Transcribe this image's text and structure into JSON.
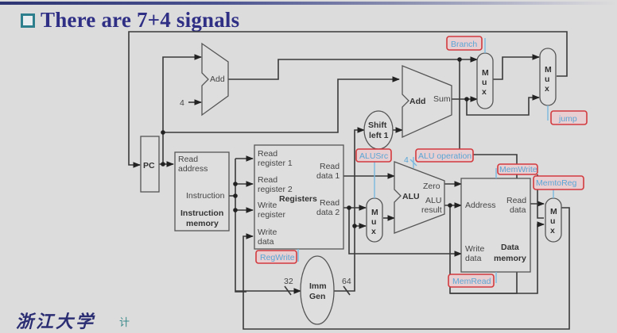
{
  "slide": {
    "title": "There are 7+4 signals",
    "footer_logo": "浙江大学",
    "footer_sub": "计"
  },
  "components": {
    "pc": "PC",
    "add_top": "Add",
    "const_four": "4",
    "add_branch": "Add",
    "add_branch_out": "Sum",
    "shift_left_1": [
      "Shift",
      "left 1"
    ],
    "instruction_memory": {
      "in": [
        "Read",
        "address"
      ],
      "out": "Instruction",
      "name": [
        "Instruction",
        "memory"
      ]
    },
    "registers": {
      "name": "Registers",
      "inputs": [
        [
          "Read",
          "register 1"
        ],
        [
          "Read",
          "register 2"
        ],
        [
          "Write",
          "register"
        ],
        [
          "Write",
          "data"
        ]
      ],
      "outputs": [
        [
          "Read",
          "data 1"
        ],
        [
          "Read",
          "data 2"
        ]
      ]
    },
    "alu": {
      "name": "ALU",
      "outputs": [
        "Zero",
        [
          "ALU",
          "result"
        ]
      ],
      "op_width": "4"
    },
    "data_memory": {
      "inputs": [
        "Address",
        [
          "Write",
          "data"
        ]
      ],
      "output": [
        "Read",
        "data"
      ],
      "name": [
        "Data",
        "memory"
      ]
    },
    "imm_gen": {
      "name": [
        "Imm",
        "Gen"
      ],
      "in_width": "32",
      "out_width": "64"
    },
    "mux_label": [
      "M",
      "u",
      "x"
    ]
  },
  "signals": [
    {
      "id": "branch",
      "label": "Branch"
    },
    {
      "id": "jump",
      "label": "jump"
    },
    {
      "id": "alusrc",
      "label": "ALUSrc"
    },
    {
      "id": "aluop",
      "label": "ALU operation"
    },
    {
      "id": "memwrite",
      "label": "MemWrite"
    },
    {
      "id": "memtoreg",
      "label": "MemtoReg"
    },
    {
      "id": "regwrite",
      "label": "RegWrite"
    },
    {
      "id": "memread",
      "label": "MemRead"
    }
  ],
  "colors": {
    "title": "#2f2f86",
    "signal_text": "#5aa6d6",
    "signal_border": "#d23a3e",
    "signal_fill": "#e7cfd2",
    "wire": "#3a3a3a"
  }
}
